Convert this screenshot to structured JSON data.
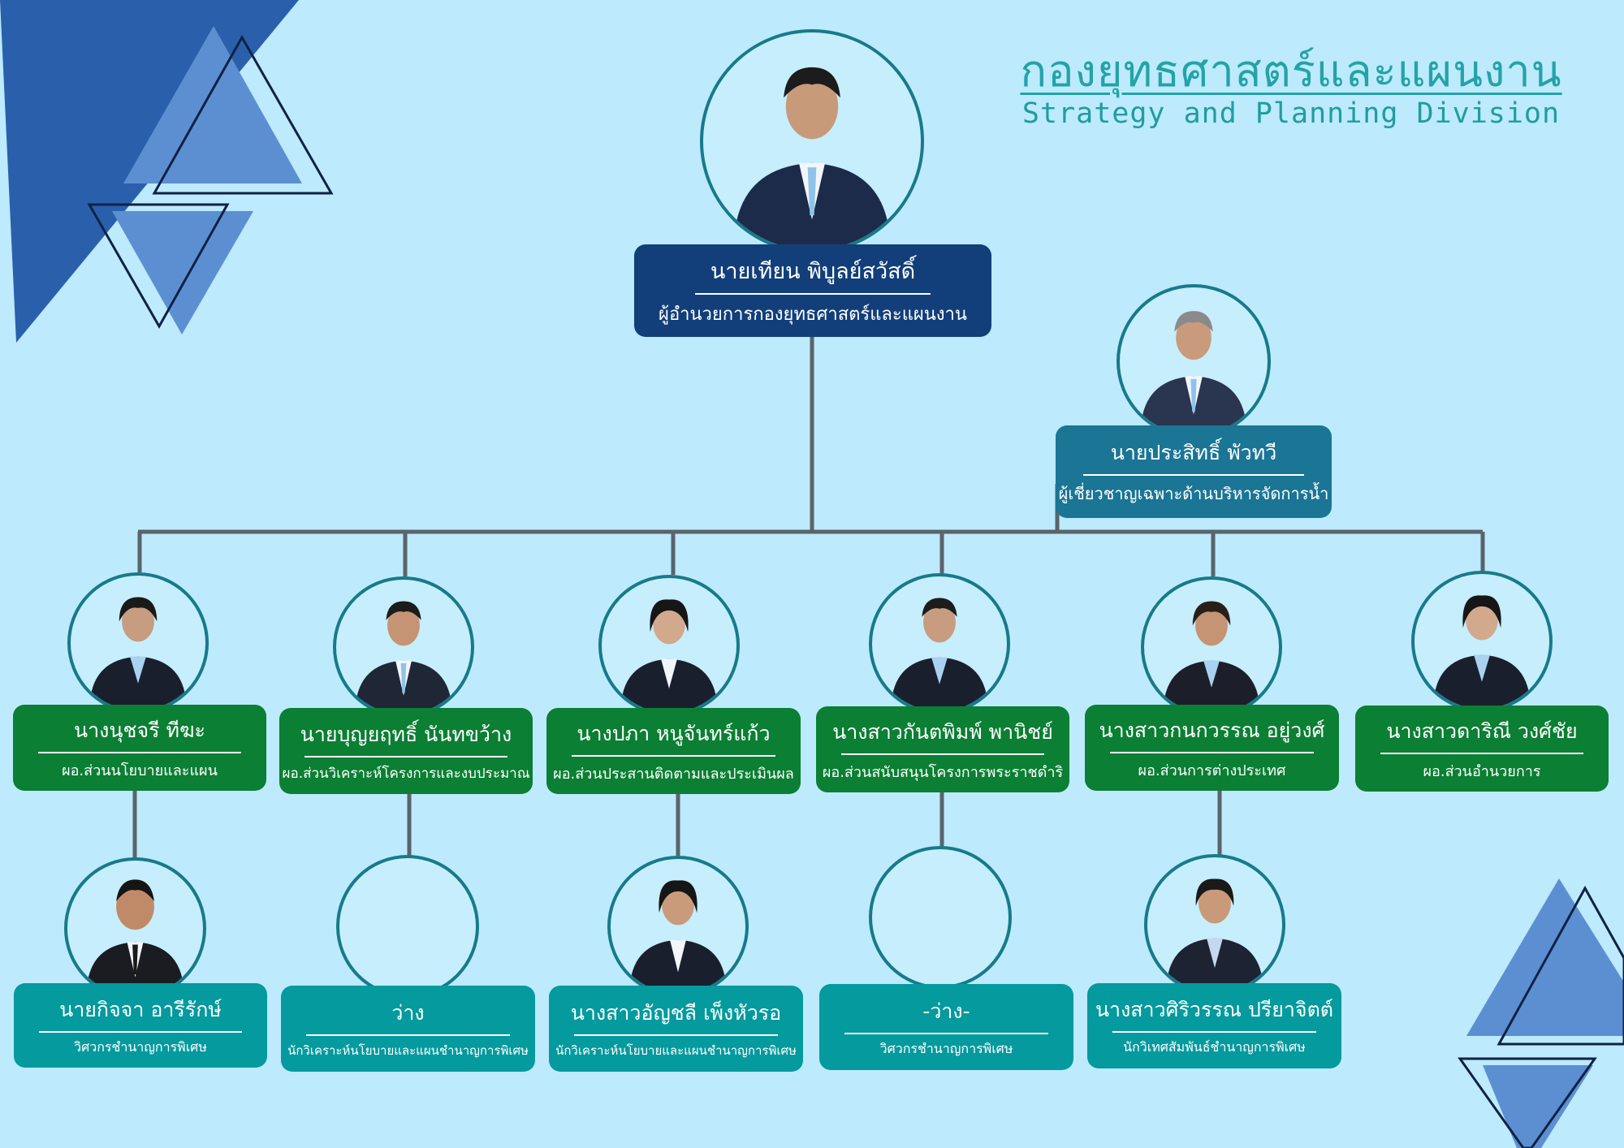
{
  "title": {
    "thai": "กองยุทธศาสตร์และแผนงาน",
    "english": "Strategy and Planning Division"
  },
  "colors": {
    "background": "#bdeafc",
    "director_card": "#123f7a",
    "expert_card": "#1b7595",
    "head_card": "#0b7f33",
    "staff_card": "#049a9e",
    "connector": "#59646a",
    "photo_ring": "#177a8a"
  },
  "director": {
    "name": "นายเทียน พิบูลย์สวัสดิ์",
    "role": "ผู้อำนวยการกองยุทธศาสตร์และแผนงาน"
  },
  "expert": {
    "name": "นายประสิทธิ์ พัวทวี",
    "role": "ผู้เชี่ยวชาญเฉพาะด้านบริหารจัดการน้ำ"
  },
  "heads": [
    {
      "name": "นางนุชจรี ทีฆะ",
      "role": "ผอ.ส่วนนโยบายและแผน"
    },
    {
      "name": "นายบุญยฤทธิ์ นันทขว้าง",
      "role": "ผอ.ส่วนวิเคราะห์โครงการและงบประมาณ"
    },
    {
      "name": "นางปภา หนูจันทร์แก้ว",
      "role": "ผอ.ส่วนประสานติดตามและประเมินผล"
    },
    {
      "name": "นางสาวกันตพิมพ์ พานิชย์",
      "role": "ผอ.ส่วนสนับสนุนโครงการพระราชดำริ"
    },
    {
      "name": "นางสาวกนกวรรณ อยู่วงศ์",
      "role": "ผอ.ส่วนการต่างประเทศ"
    },
    {
      "name": "นางสาวดาริณี วงศ์ชัย",
      "role": "ผอ.ส่วนอำนวยการ"
    }
  ],
  "staff": [
    {
      "name": "นายกิจจา อารีรักษ์",
      "role": "วิศวกรชำนาญการพิเศษ"
    },
    {
      "name": "ว่าง",
      "role": "นักวิเคราะห์นโยบายและแผนชำนาญการพิเศษ"
    },
    {
      "name": "นางสาวอัญชลี เพ็งหัวรอ",
      "role": "นักวิเคราะห์นโยบายและแผนชำนาญการพิเศษ"
    },
    {
      "name": "-ว่าง-",
      "role": "วิศวกรชำนาญการพิเศษ"
    },
    {
      "name": "นางสาวศิริวรรณ ปรียาจิตต์",
      "role": "นักวิเทศสัมพันธ์ชำนาญการพิเศษ"
    }
  ]
}
